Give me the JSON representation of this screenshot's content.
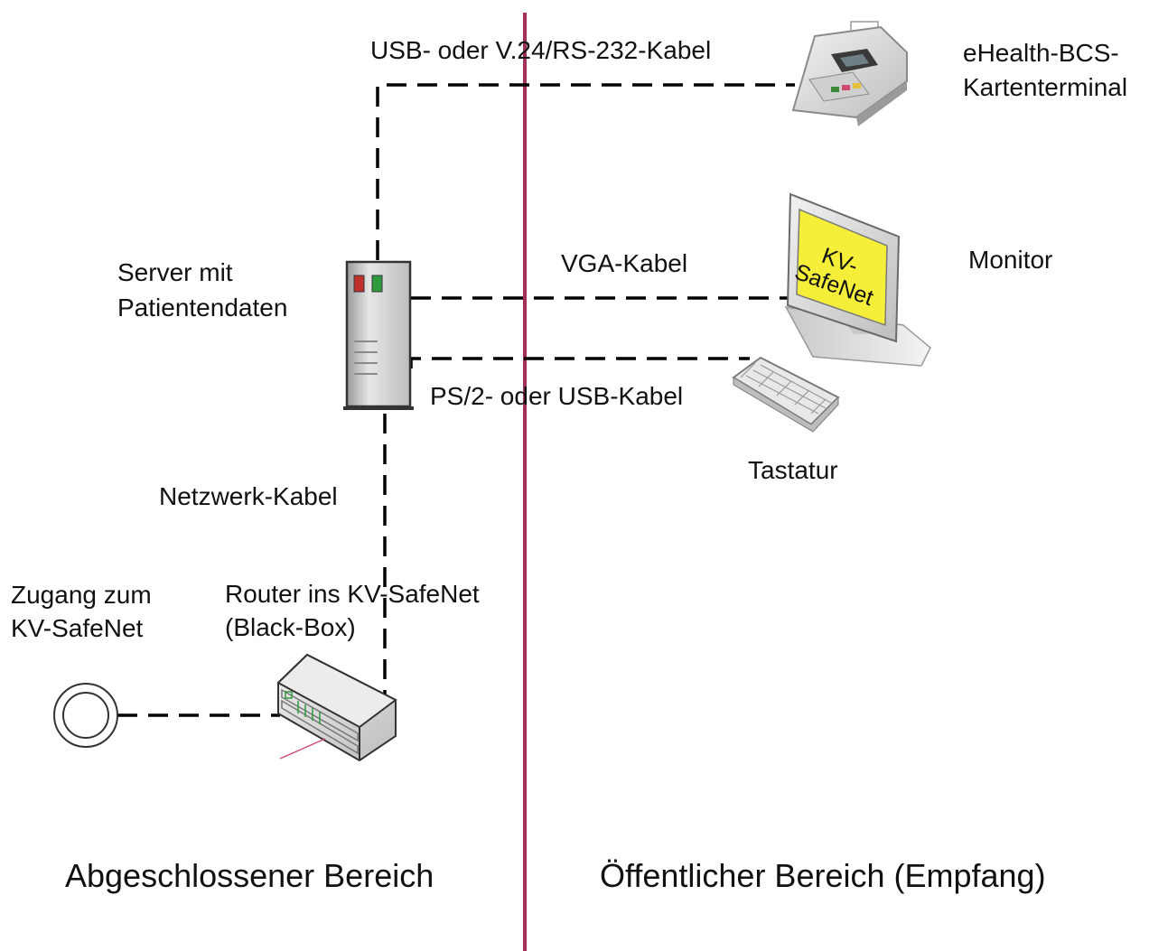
{
  "labels": {
    "usb_cable": "USB- oder V.24/RS-232-Kabel",
    "terminal_line1": "eHealth-BCS-",
    "terminal_line2": "Kartenterminal",
    "monitor": "Monitor",
    "vga_cable": "VGA-Kabel",
    "server_line1": "Server mit",
    "server_line2": "Patientendaten",
    "ps2_cable": "PS/2- oder USB-Kabel",
    "keyboard": "Tastatur",
    "network_cable": "Netzwerk-Kabel",
    "access_line1": "Zugang zum",
    "access_line2": "KV-SafeNet",
    "router_line1": "Router ins KV-SafeNet",
    "router_line2": "(Black-Box)",
    "screen_line1": "KV-",
    "screen_line2": "SafeNet"
  },
  "areas": {
    "left": "Abgeschlossener Bereich",
    "right": "Öffentlicher Bereich (Empfang)"
  },
  "colors": {
    "divider": "#a0305a",
    "cable": "#000000",
    "screen_sticker": "#f5ef3a",
    "led_red": "#c0302c",
    "led_green": "#2f9a3c"
  }
}
